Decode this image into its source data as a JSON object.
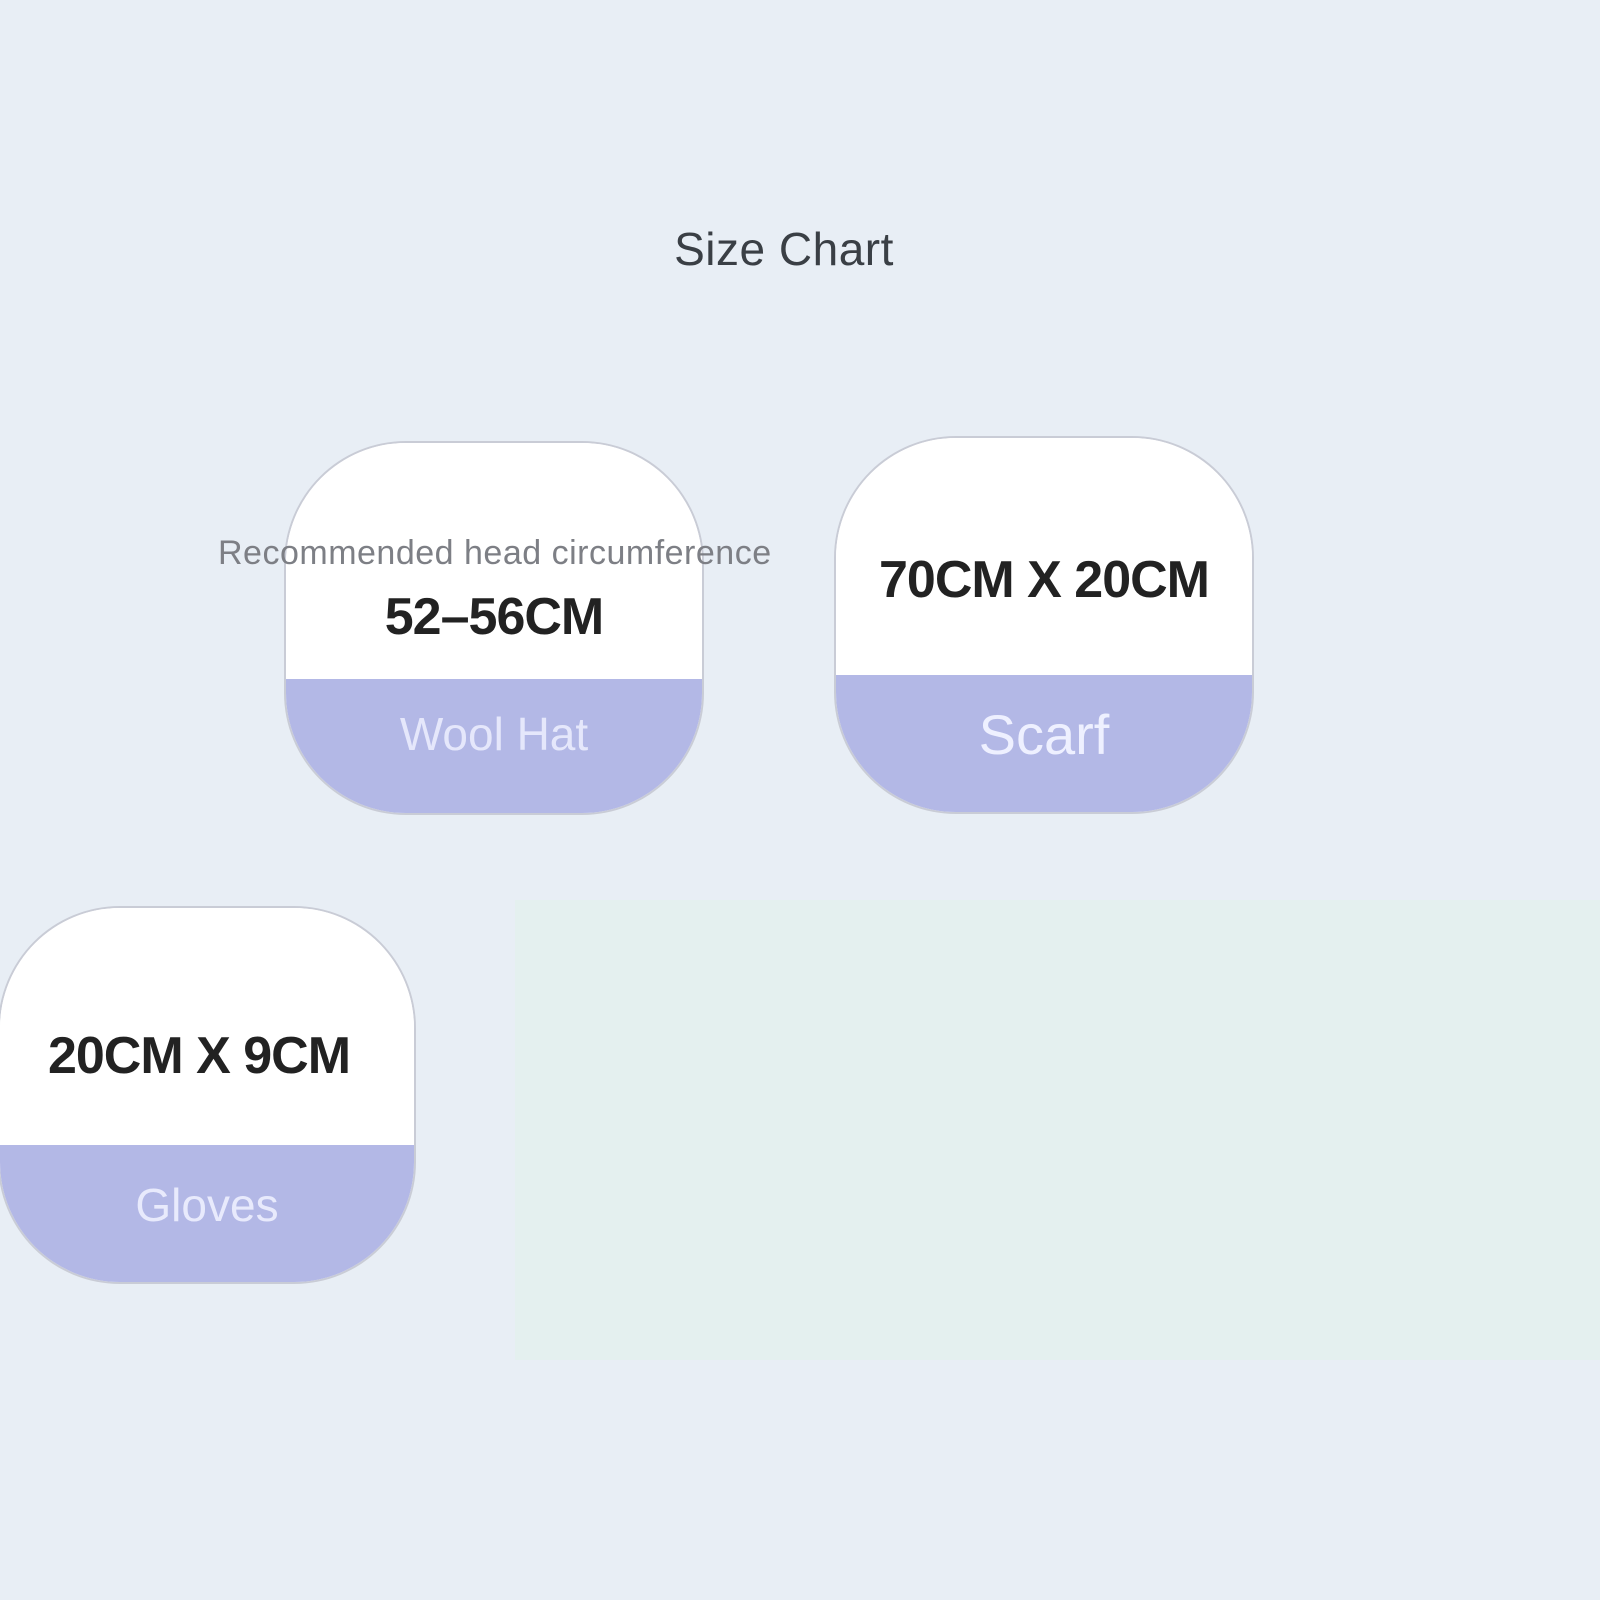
{
  "title": "Size Chart",
  "colors": {
    "background": "#e8eef5",
    "card_top": "#ffffff",
    "card_bottom": "#b3b8e6",
    "label_text": "#eef0ff"
  },
  "cards": [
    {
      "note": "Recommended head circumference",
      "size": "52–56CM",
      "label": "Wool Hat"
    },
    {
      "size": "70CM X 20CM",
      "label": "Scarf"
    },
    {
      "size": "20CM X 9CM",
      "label": "Gloves"
    }
  ]
}
